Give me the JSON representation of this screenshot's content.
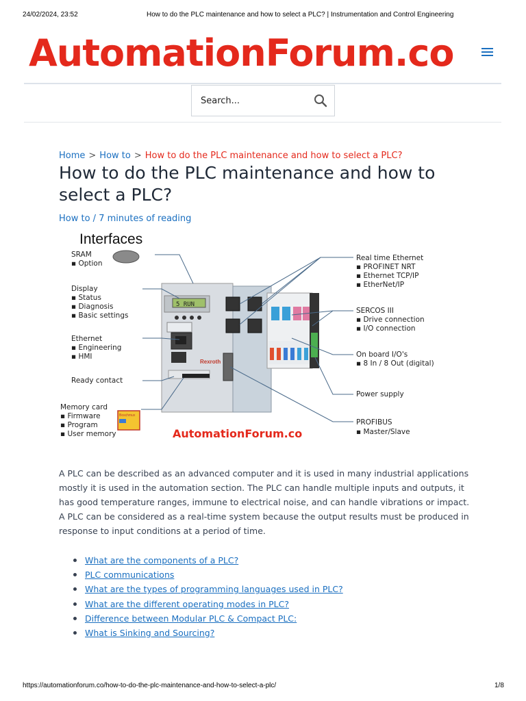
{
  "print_header": {
    "date": "24/02/2024, 23:52",
    "title": "How to do the PLC maintenance and how to select a PLC? | Instrumentation and Control Engineering"
  },
  "site": {
    "logo_text": "AutomationForum.co",
    "menu_icon": "hamburger-icon",
    "brand_color": "#e4291c",
    "link_color": "#1a6fc0"
  },
  "search": {
    "placeholder": "Search...",
    "icon": "search-icon"
  },
  "breadcrumb": {
    "home": "Home",
    "sep": ">",
    "category": "How to",
    "current": "How to do the PLC maintenance and how to select a PLC?"
  },
  "article": {
    "title": "How to do the PLC maintenance and how to select a PLC?",
    "category": "How to",
    "meta_sep": " / ",
    "reading_time": "7 minutes of reading",
    "intro": "A PLC can be described as an advanced computer and it is used in many industrial applications mostly it is used in the automation section. The PLC can handle multiple inputs and outputs, it has good temperature ranges, immune to electrical noise, and can handle vibrations or impact. A PLC can be considered as a real-time system because the output results must be produced in response to input conditions at a period of time.",
    "toc": [
      "What are the components of a PLC?",
      "PLC communications",
      "What are the types of programming languages used in PLC?",
      "What are the different operating modes in PLC?",
      "Difference between Modular PLC & Compact PLC:",
      "What is Sinking and Sourcing?"
    ]
  },
  "figure": {
    "heading": "Interfaces",
    "display_text": "5 RUN",
    "brand": "Rexroth",
    "memory_card_label": "Boschmux",
    "watermark": "AutomationForum.co",
    "left_labels": [
      {
        "title": "SRAM",
        "items": [
          "Option"
        ]
      },
      {
        "title": "Display",
        "items": [
          "Status",
          "Diagnosis",
          "Basic settings"
        ]
      },
      {
        "title": "Ethernet",
        "items": [
          "Engineering",
          "HMI"
        ]
      },
      {
        "title": "Ready contact",
        "items": []
      },
      {
        "title": "Memory card",
        "items": [
          "Firmware",
          "Program",
          "User memory"
        ]
      }
    ],
    "right_labels": [
      {
        "title": "Real time Ethernet",
        "items": [
          "PROFINET NRT",
          "Ethernet TCP/IP",
          "EtherNet/IP"
        ]
      },
      {
        "title": "SERCOS III",
        "items": [
          "Drive connection",
          "I/O connection"
        ]
      },
      {
        "title": "On board I/O's",
        "items": [
          "8 In / 8 Out (digital)"
        ]
      },
      {
        "title": "Power supply",
        "items": []
      },
      {
        "title": "PROFIBUS",
        "items": [
          "Master/Slave"
        ]
      }
    ]
  },
  "print_footer": {
    "url": "https://automationforum.co/how-to-do-the-plc-maintenance-and-how-to-select-a-plc/",
    "page": "1/8"
  }
}
